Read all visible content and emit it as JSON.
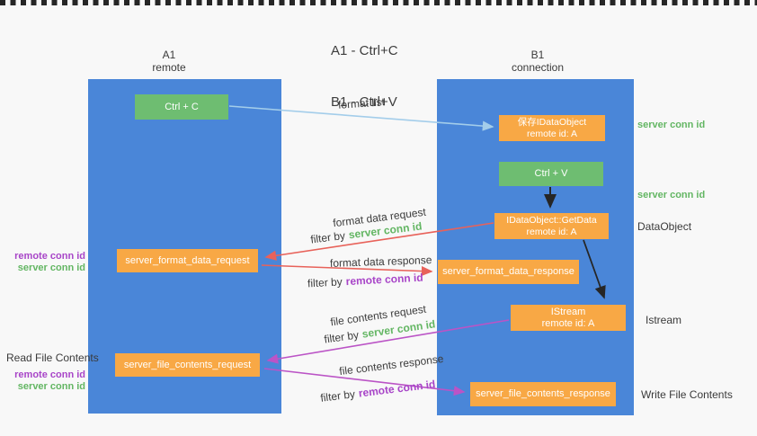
{
  "title": {
    "line1": "A1 - Ctrl+C",
    "line2": "B1 - Ctrl+V"
  },
  "columns": {
    "a": {
      "id": "A1",
      "name": "remote"
    },
    "b": {
      "id": "B1",
      "name": "connection"
    }
  },
  "nodes": {
    "ctrl_c": "Ctrl + C",
    "ctrl_v": "Ctrl + V",
    "save_idataobject": {
      "line1": "保存IDataObject",
      "line2": "remote id: A"
    },
    "getdata": {
      "line1": "IDataObject::GetData",
      "line2": "remote id: A"
    },
    "istream": {
      "line1": "IStream",
      "line2": "remote id: A"
    },
    "server_format_data_request": "server_format_data_request",
    "server_format_data_response": "server_format_data_response",
    "server_file_contents_request": "server_file_contents_request",
    "server_file_contents_response": "server_file_contents_response"
  },
  "labels": {
    "format_list": "format list",
    "format_data_request": "format data request",
    "format_data_response": "format data response",
    "file_contents_request": "file contents request",
    "file_contents_response": "file contents response",
    "filter_by": "filter by",
    "server_conn_id": "server conn id",
    "remote_conn_id": "remote conn id",
    "dataobject": "DataObject",
    "istream_side": "Istream",
    "read_file_contents": "Read File Contents",
    "write_file_contents": "Write File Contents"
  },
  "colors": {
    "lane_blue": "#4a86d8",
    "box_green": "#6ebd71",
    "box_orange": "#f8a845",
    "arrow_blue": "#a3cdea",
    "arrow_red": "#e8625a",
    "arrow_magenta": "#bb54c6",
    "arrow_black": "#262626",
    "text_green": "#63b663",
    "text_purple": "#a845c8"
  }
}
